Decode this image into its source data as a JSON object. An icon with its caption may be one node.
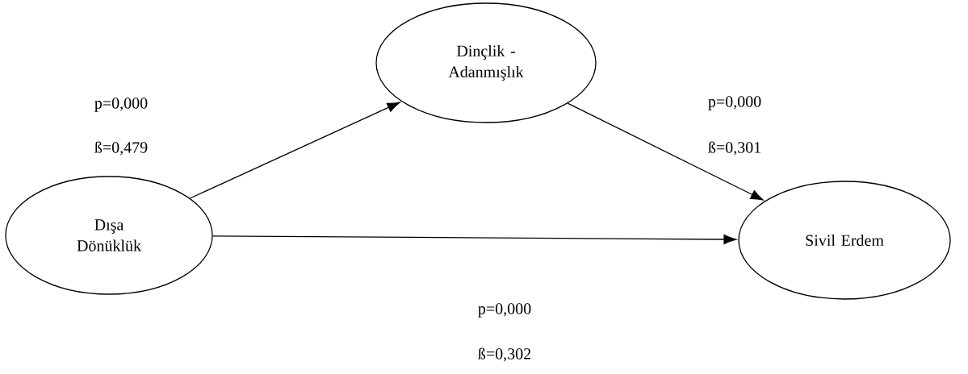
{
  "diagram": {
    "nodes": [
      {
        "text": [
          "Dinçlik - Adanmışlık"
        ]
      },
      {
        "text": [
          "Dışa Dönüklük"
        ]
      },
      {
        "text": [
          "Sivil Erdem"
        ]
      }
    ],
    "edges": [
      {
        "from": 1,
        "to": 0,
        "arrow": "to"
      },
      {
        "from": 0,
        "to": 2,
        "arrow": "to"
      },
      {
        "from": 1,
        "to": 2,
        "arrow": "to"
      }
    ],
    "labels": [
      "p=0,000",
      "ß=0,479",
      "p=0,000",
      "ß=0,301",
      "p=0,000",
      "ß=0,302"
    ]
  }
}
